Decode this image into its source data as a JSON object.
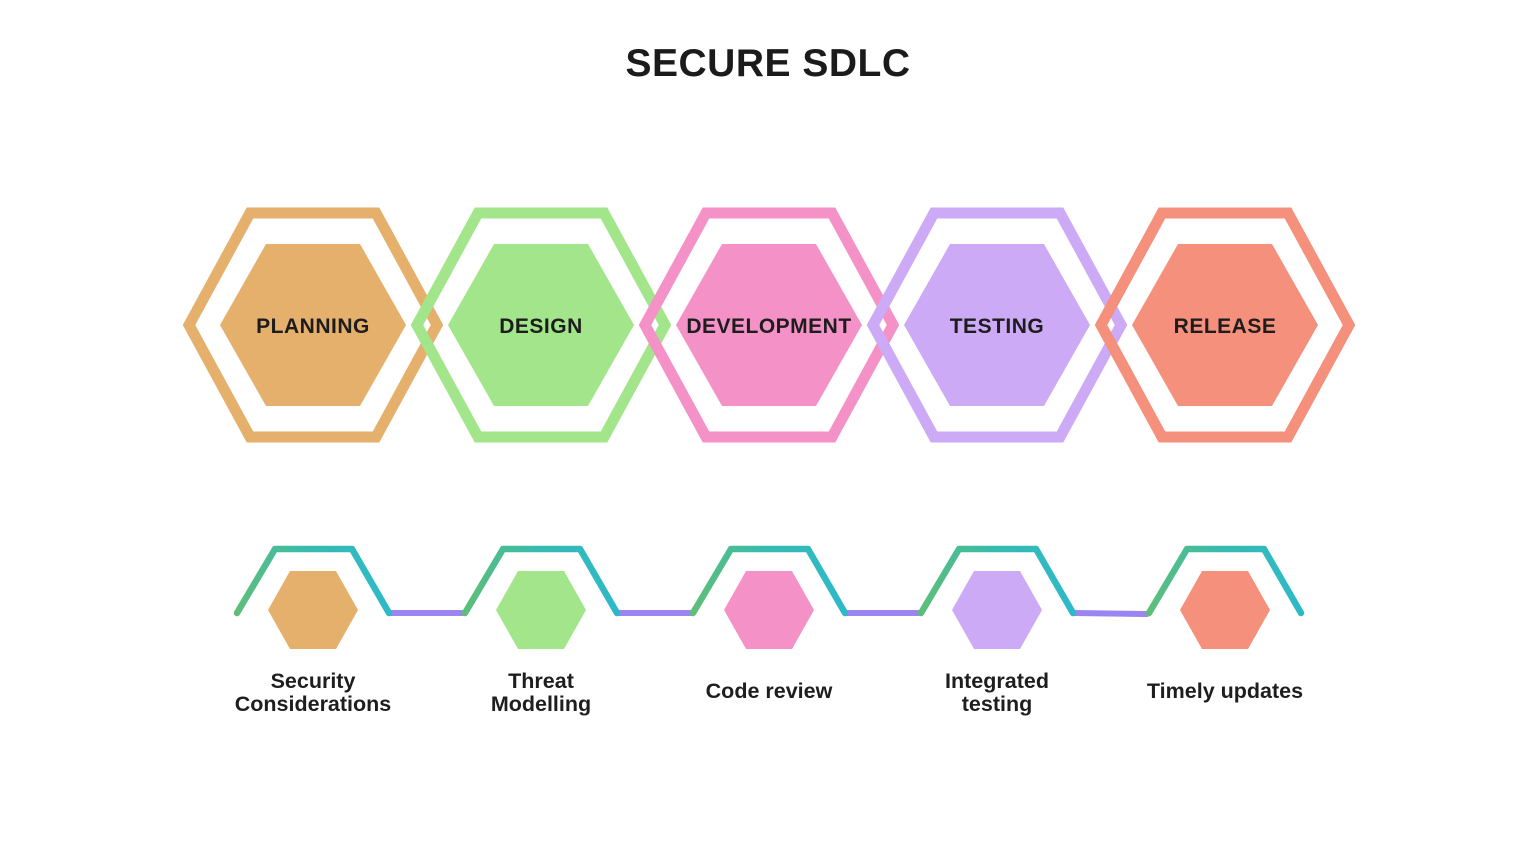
{
  "title": "SECURE SDLC",
  "colors": {
    "background": "#ffffff",
    "text": "#1d1d1d"
  },
  "phases": [
    {
      "label": "PLANNING",
      "color": "#E5AF6C"
    },
    {
      "label": "DESIGN",
      "color": "#A3E58B"
    },
    {
      "label": "DEVELOPMENT",
      "color": "#F492C8"
    },
    {
      "label": "TESTING",
      "color": "#CDAAF6"
    },
    {
      "label": "RELEASE",
      "color": "#F4907B"
    }
  ],
  "milestones": [
    {
      "lines": [
        "Security",
        "Considerations"
      ],
      "color": "#E5AF6C"
    },
    {
      "lines": [
        "Threat",
        "Modelling"
      ],
      "color": "#A3E58B"
    },
    {
      "lines": [
        "Code review"
      ],
      "color": "#F492C8"
    },
    {
      "lines": [
        "Integrated",
        "testing"
      ],
      "color": "#CDAAF6"
    },
    {
      "lines": [
        "Timely updates"
      ],
      "color": "#F4907B"
    }
  ],
  "zigzag": {
    "gradient_start": "#5EBE79",
    "gradient_mid": "#35BBB2",
    "gradient_end": "#2EB9C8",
    "connector_color": "#9B85F0"
  }
}
